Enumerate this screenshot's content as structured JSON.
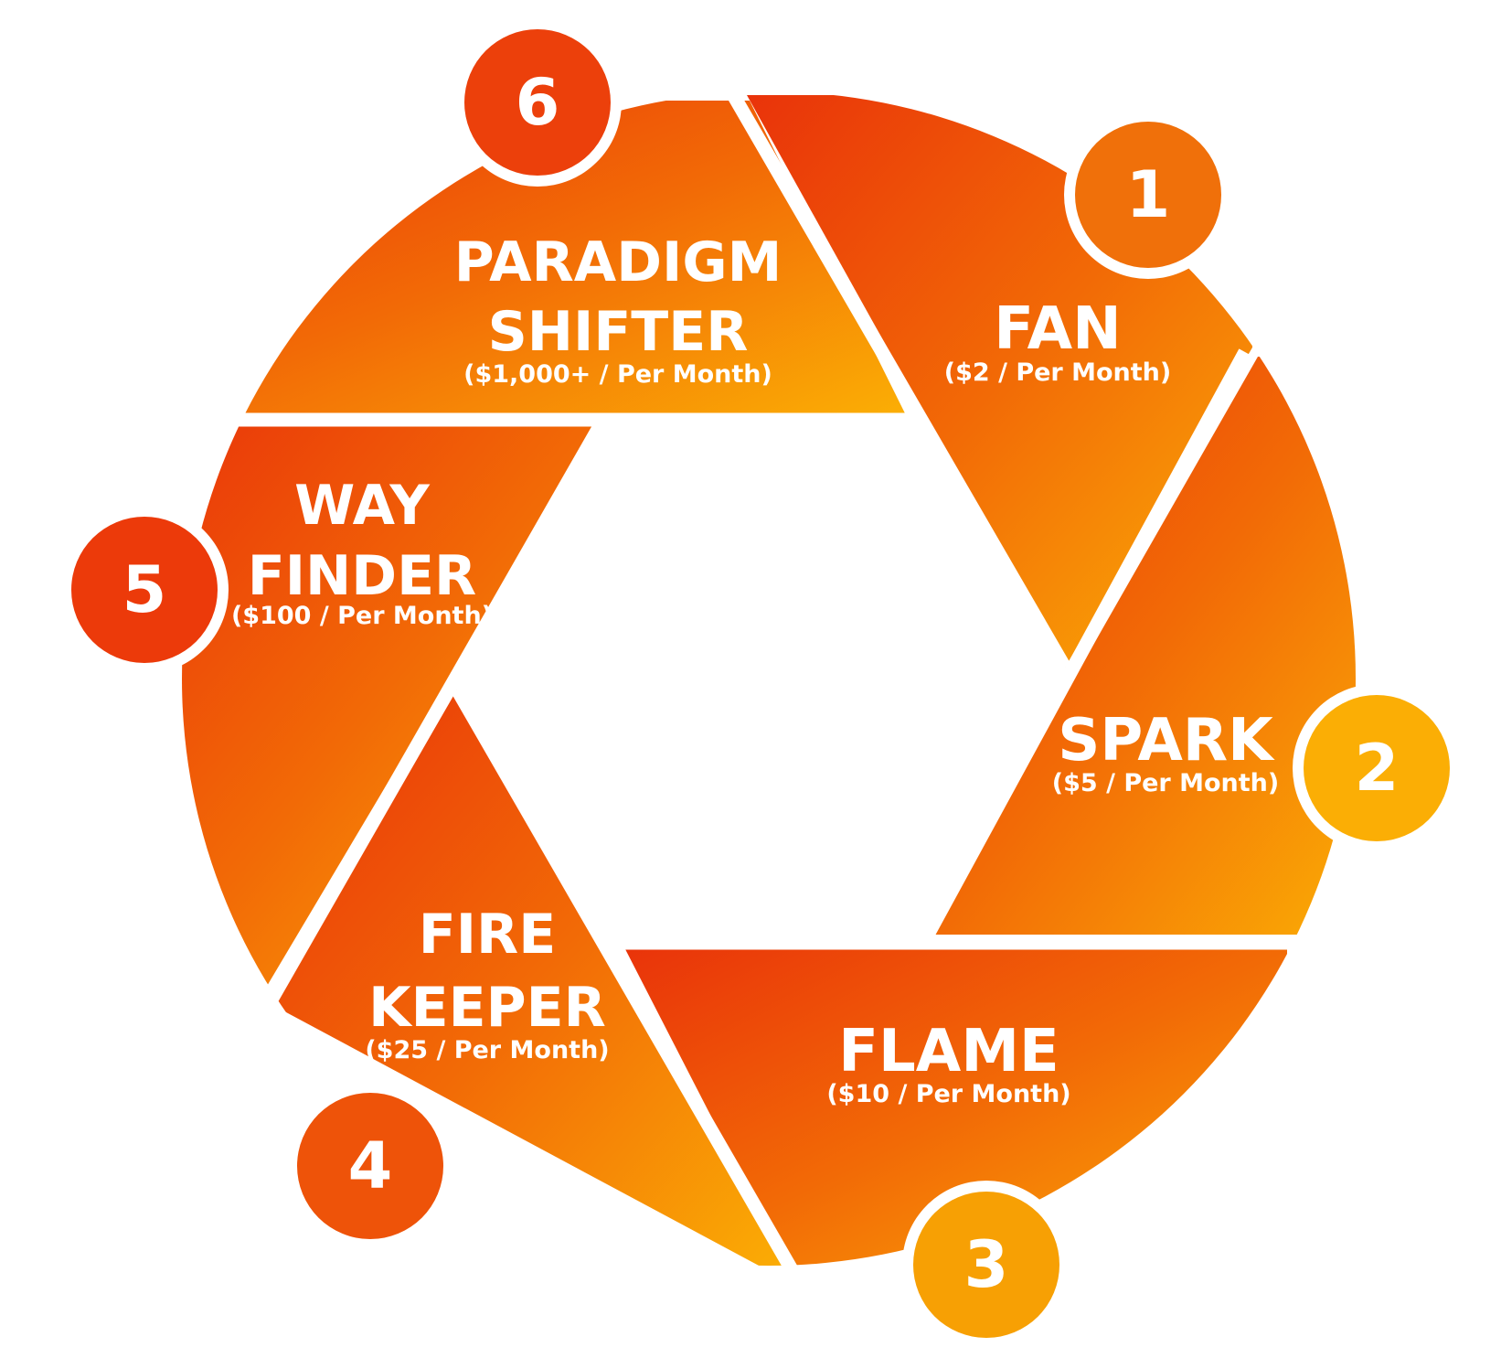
{
  "colors": {
    "gradient_start": "#E9330A",
    "gradient_mid": "#F26A06",
    "gradient_end": "#FBAE05",
    "badge_1": "#F0700A",
    "badge_2": "#FBAE05",
    "badge_3": "#F7A004",
    "badge_4": "#EE5309",
    "badge_5": "#EC3A0A",
    "badge_6": "#EC400B",
    "separator": "#ffffff",
    "text": "#ffffff"
  },
  "tiers": [
    {
      "number": "1",
      "title_lines": [
        "FAN"
      ],
      "price": "($2 / Per Month)"
    },
    {
      "number": "2",
      "title_lines": [
        "SPARK"
      ],
      "price": "($5 / Per Month)"
    },
    {
      "number": "3",
      "title_lines": [
        "FLAME"
      ],
      "price": "($10 / Per Month)"
    },
    {
      "number": "4",
      "title_lines": [
        "FIRE",
        "KEEPER"
      ],
      "price": "($25 / Per Month)"
    },
    {
      "number": "5",
      "title_lines": [
        "WAY",
        "FINDER"
      ],
      "price": "($100 / Per Month)"
    },
    {
      "number": "6",
      "title_lines": [
        "PARADIGM",
        "SHIFTER"
      ],
      "price": "($1,000+ / Per Month)"
    }
  ]
}
